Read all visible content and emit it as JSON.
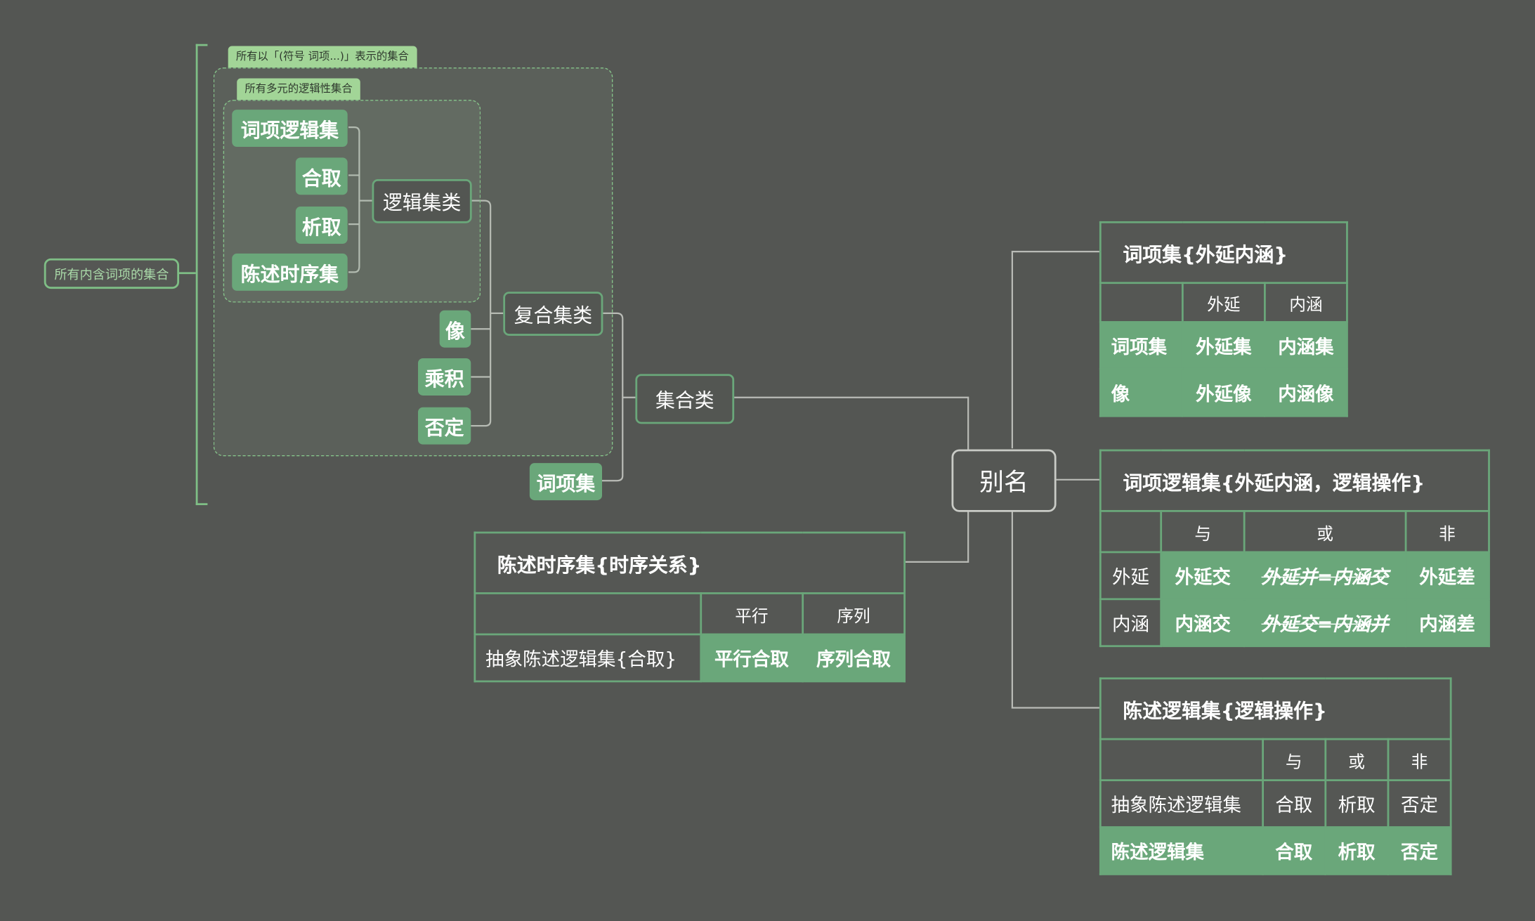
{
  "bracket_label": "所有内含词项的集合",
  "outer_group_label": "所有以「(符号 词项...)」表示的集合",
  "inner_group_label": "所有多元的逻辑性集合",
  "nodes": {
    "term_logic_set": "词项逻辑集",
    "conjunction": "合取",
    "disjunction": "析取",
    "statement_temporal_set": "陈述时序集",
    "logic_set_class": "逻辑集类",
    "image": "像",
    "product": "乘积",
    "negation": "否定",
    "compound_set_class": "复合集类",
    "term_set": "词项集",
    "set_class": "集合类",
    "alias": "别名"
  },
  "table_term_set": {
    "title": "词项集{外延内涵}",
    "columns": [
      "",
      "外延",
      "内涵"
    ],
    "rows": [
      [
        "词项集",
        "外延集",
        "内涵集"
      ],
      [
        "像",
        "外延像",
        "内涵像"
      ]
    ]
  },
  "table_term_logic_set": {
    "title": "词项逻辑集{外延内涵，逻辑操作}",
    "columns": [
      "",
      "与",
      "或",
      "非"
    ],
    "rows": [
      [
        "外延",
        "外延交",
        "外延并=内涵交",
        "外延差"
      ],
      [
        "内涵",
        "内涵交",
        "外延交=内涵并",
        "内涵差"
      ]
    ]
  },
  "table_statement_logic_set": {
    "title": "陈述逻辑集{逻辑操作}",
    "columns": [
      "",
      "与",
      "或",
      "非"
    ],
    "rows": [
      [
        "抽象陈述逻辑集",
        "合取",
        "析取",
        "否定"
      ],
      [
        "陈述逻辑集",
        "合取",
        "析取",
        "否定"
      ]
    ]
  },
  "table_statement_temporal_set": {
    "title": "陈述时序集{时序关系}",
    "columns": [
      "",
      "平行",
      "序列"
    ],
    "rows": [
      [
        "抽象陈述逻辑集{合取}",
        "平行合取",
        "序列合取"
      ]
    ]
  },
  "colors": {
    "background": "#545653",
    "node_green": "#6aa77a",
    "tag_green": "#a2d597",
    "line": "#b9bbb6"
  }
}
